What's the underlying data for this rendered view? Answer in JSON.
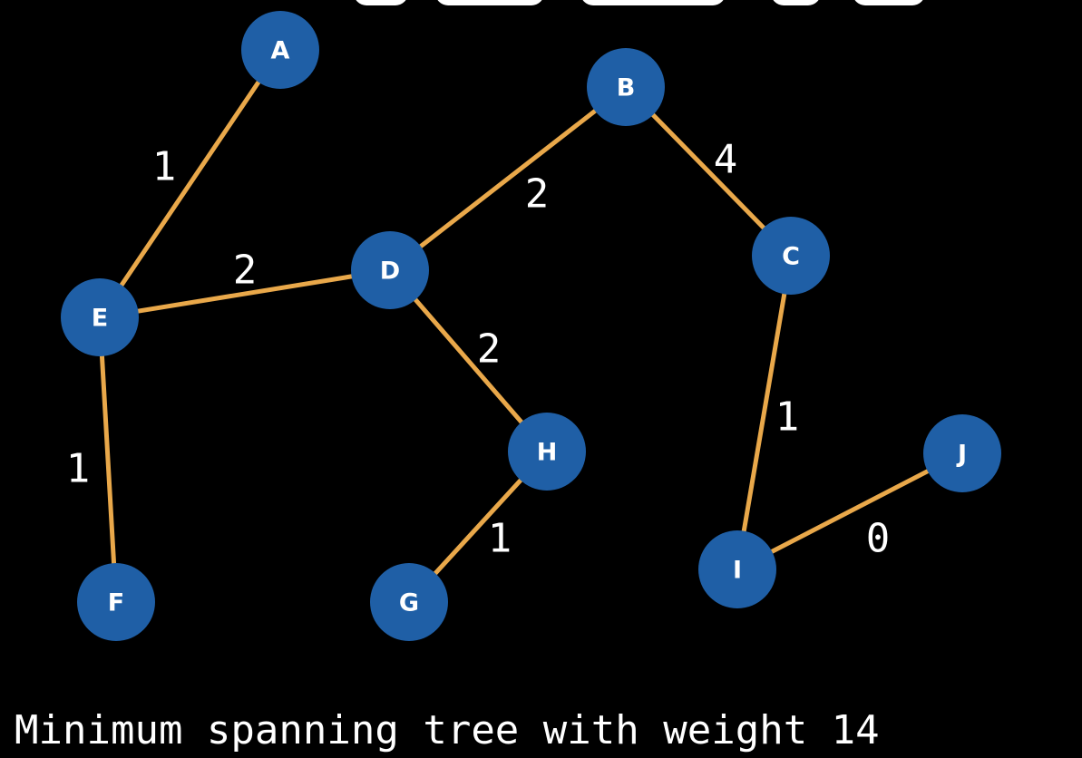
{
  "colors": {
    "background": "#000000",
    "node_fill": "#1F5FA6",
    "edge": "#E9A84A",
    "text": "#FFFFFF"
  },
  "nodes": [
    {
      "id": "A",
      "label": "A"
    },
    {
      "id": "B",
      "label": "B"
    },
    {
      "id": "C",
      "label": "C"
    },
    {
      "id": "D",
      "label": "D"
    },
    {
      "id": "E",
      "label": "E"
    },
    {
      "id": "F",
      "label": "F"
    },
    {
      "id": "G",
      "label": "G"
    },
    {
      "id": "H",
      "label": "H"
    },
    {
      "id": "I",
      "label": "I"
    },
    {
      "id": "J",
      "label": "J"
    }
  ],
  "edges": [
    {
      "from": "A",
      "to": "E",
      "weight": "1"
    },
    {
      "from": "E",
      "to": "D",
      "weight": "2"
    },
    {
      "from": "E",
      "to": "F",
      "weight": "1"
    },
    {
      "from": "D",
      "to": "B",
      "weight": "2"
    },
    {
      "from": "B",
      "to": "C",
      "weight": "4"
    },
    {
      "from": "D",
      "to": "H",
      "weight": "2"
    },
    {
      "from": "H",
      "to": "G",
      "weight": "1"
    },
    {
      "from": "C",
      "to": "I",
      "weight": "1"
    },
    {
      "from": "I",
      "to": "J",
      "weight": "0"
    }
  ],
  "caption": "Minimum spanning tree with weight 14"
}
